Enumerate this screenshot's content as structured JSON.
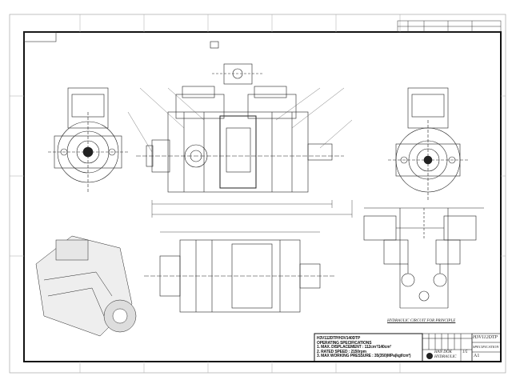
{
  "spec": {
    "model": "H3V112DTP/H3V140DTP",
    "heading": "OPERATING SPECIFICATIONS",
    "lines": [
      "1. MAX. DISPLACEMENT : 112cm³/140cm³",
      "2. RATED SPEED : 2150rpm",
      "3. MAX WORKING PRESSURE : 35(350)MPa(kgf/cm²)"
    ]
  },
  "circuit_caption": "HYDRAULIC CIRCUIT FOR PRINCIPLE",
  "title_block": {
    "company": "HAN DOK HYDRAULIC",
    "drawing_name": "H3V112DTP",
    "drawing_type": "SPECIFICATION",
    "sheet_size": "A1",
    "scale": "1/5"
  }
}
